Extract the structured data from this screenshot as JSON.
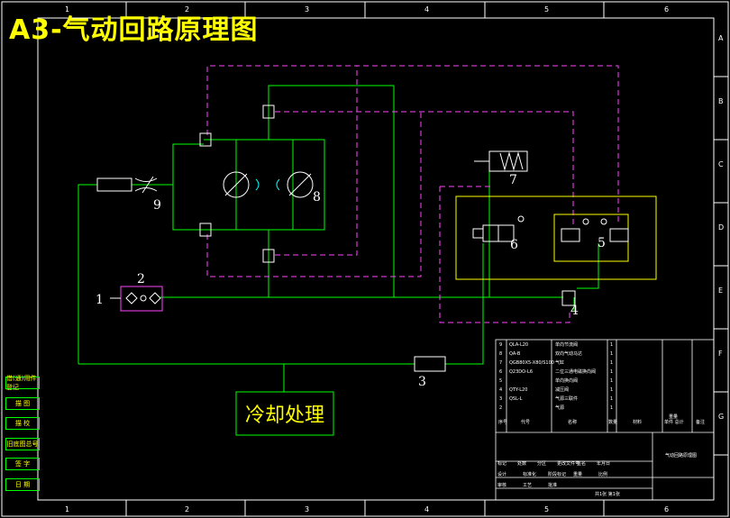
{
  "title": "A3-气动回路原理图",
  "cooling_box": "冷却处理",
  "components": [
    "1",
    "2",
    "3",
    "4",
    "5",
    "6",
    "7",
    "8",
    "9"
  ],
  "grid": {
    "top": [
      "1",
      "2",
      "3",
      "4",
      "5",
      "6"
    ],
    "bottom": [
      "1",
      "2",
      "3",
      "4",
      "5",
      "6"
    ],
    "right": [
      "A",
      "B",
      "C",
      "D",
      "E",
      "F",
      "G"
    ]
  },
  "side_labels": [
    "借(通)用件登记",
    "描 图",
    "描 校",
    "旧底图总号",
    "签 字",
    "日 期"
  ],
  "title_block": {
    "drawing_name": "气动回路原理图",
    "rows": [
      {
        "no": "9",
        "code": "QLA-L20",
        "name": "单向节流阀",
        "qty": "1"
      },
      {
        "no": "8",
        "code": "QA-B",
        "name": "双向气动马达",
        "qty": "1"
      },
      {
        "no": "7",
        "code": "QGB80X5-X80/S100",
        "name": "气缸",
        "qty": "1"
      },
      {
        "no": "6",
        "code": "Q23DO-L6",
        "name": "二位三通电磁换向阀",
        "qty": "1"
      },
      {
        "no": "5",
        "code": "",
        "name": "单向换向阀",
        "qty": "1"
      },
      {
        "no": "4",
        "code": "QTY-L20",
        "name": "减压阀",
        "qty": "1"
      },
      {
        "no": "3",
        "code": "QSL-L",
        "name": "气源三联件",
        "qty": "1"
      },
      {
        "no": "2",
        "code": "",
        "name": "气源",
        "qty": "1"
      }
    ],
    "header": {
      "no": "序号",
      "code": "代号",
      "name": "名称",
      "qty": "数量",
      "material": "材料",
      "weight": "单件 总计",
      "remark": "备注",
      "mass": "重量"
    },
    "sign_rows": [
      "标记",
      "处数",
      "分区",
      "更改文件号",
      "签名",
      "年月日"
    ],
    "sign2": [
      "设计",
      "标准化",
      "阶段标记",
      "重量",
      "比例"
    ],
    "sign3": [
      "审核",
      "工艺",
      "批准"
    ],
    "sheet": "共1张 第1张"
  }
}
